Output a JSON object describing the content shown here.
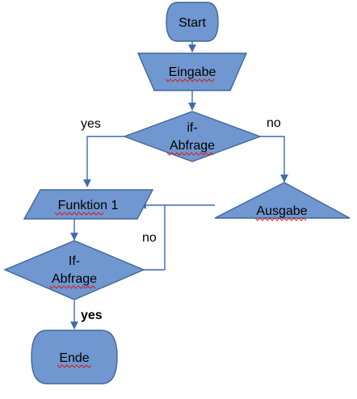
{
  "diagram": {
    "nodes": {
      "start": "Start",
      "input": "Eingabe",
      "decision1_line1": "if-",
      "decision1_line2": "Abfrage",
      "function1": "Funktion 1",
      "output": "Ausgabe",
      "decision2_line1": "If-",
      "decision2_line2": "Abfrage",
      "end": "Ende"
    },
    "edge_labels": {
      "decision1_yes": "yes",
      "decision1_no": "no",
      "decision2_no": "no",
      "decision2_yes": "yes"
    },
    "colors": {
      "shape_fill": "#7097cf",
      "shape_stroke": "#40679c",
      "connector": "#3d6cb0",
      "spellcheck_underline": "#d42020"
    }
  }
}
